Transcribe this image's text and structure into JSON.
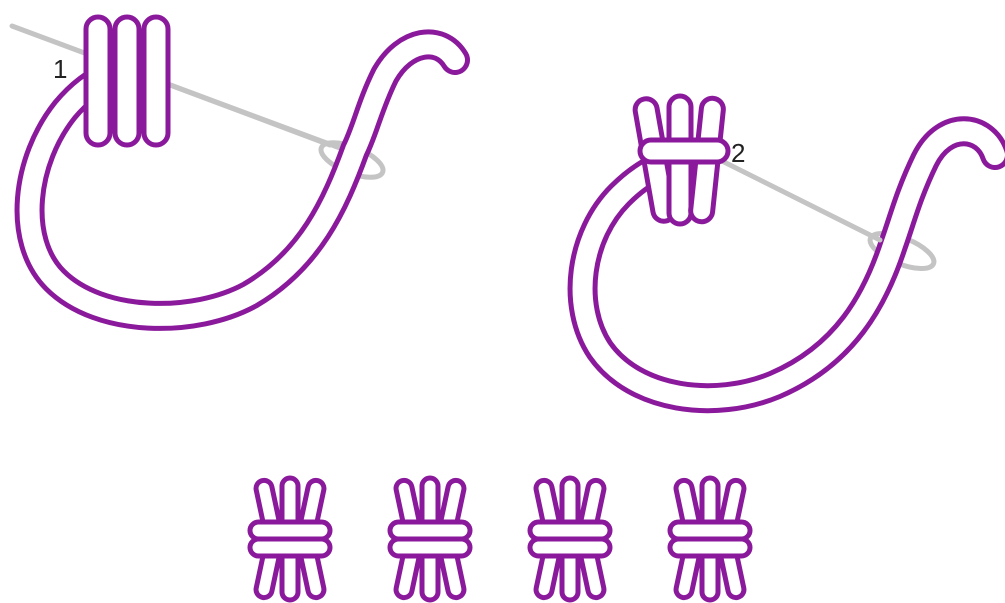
{
  "colors": {
    "thread": "#8a1a9b",
    "needle": "#c4c4c4",
    "background": "#ffffff"
  },
  "steps": [
    {
      "label": "1"
    },
    {
      "label": "2"
    }
  ],
  "finished_stitch_count": 4
}
